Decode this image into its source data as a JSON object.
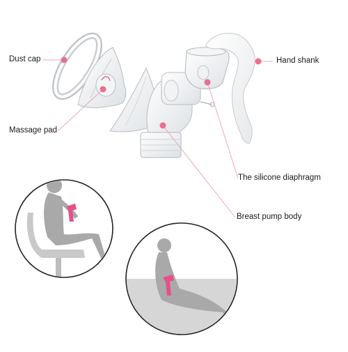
{
  "labels": {
    "dust_cap": "Dust cap",
    "massage_pad": "Massage pad",
    "hand_shank": "Hand shank",
    "silicone_diaphragm": "The silicone diaphragm",
    "pump_body": "Breast pump body"
  },
  "colors": {
    "accent_pink": "#e8708f",
    "leader_line": "#e9a9b9",
    "part_outline": "#b8bcc0",
    "silhouette": "#a9a9a9",
    "pump_in_hand": "#e94f8a"
  }
}
